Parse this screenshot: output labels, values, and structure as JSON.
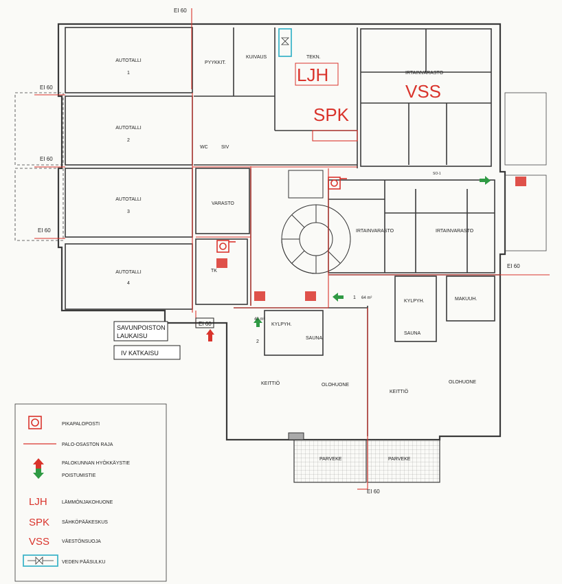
{
  "colors": {
    "fire_red": "#d9332b",
    "exit_green": "#2f9a44",
    "water_cyan": "#3fb5c9",
    "wall": "#3a3a3a",
    "line": "#555555"
  },
  "fire_rating": "EI 60",
  "rooms": {
    "garage": "AUTOTALLI",
    "garage_numbers": [
      "1",
      "2",
      "3",
      "4"
    ],
    "laundry": "PYYKKIT.",
    "drying": "KUIVAUS",
    "technical": "TEKN.",
    "storage_top": "IRTAINVARASTO",
    "storage_mid_1": "IRTAINVARASTO",
    "storage_mid_2": "IRTAINVARASTO",
    "varasto": "VARASTO",
    "tk": "TK",
    "kylpy_1": "KYLPYH.",
    "kylpy_2": "KYLPYH.",
    "sauna_1": "SAUNA",
    "sauna_2": "SAUNA",
    "makuuh": "MAKUUH.",
    "keittio_1": "KEITTIÖ",
    "keittio_2": "KEITTIÖ",
    "olohuone_1": "OLOHUONE",
    "olohuone_2": "OLOHUONE",
    "parveke_1": "PARVEKE",
    "parveke_2": "PARVEKE",
    "wc": "WC",
    "siv": "SIV",
    "so": "SO-1"
  },
  "apartments": [
    {
      "number": "1",
      "area": "64 m²"
    },
    {
      "number": "2",
      "area": "40 m²"
    }
  ],
  "markers": {
    "ljh": "LJH",
    "spk": "SPK",
    "vss": "VSS"
  },
  "callouts": {
    "smoke_vent_line1": "SAVUNPOISTON",
    "smoke_vent_line2": "LAUKAISU",
    "iv_cutoff": "IV KATKAISU"
  },
  "legend": [
    {
      "icon": "hose-reel",
      "text": "PIKAPALOPOSTI"
    },
    {
      "icon": "compartment-line",
      "text": "PALO-OSASTON RAJA"
    },
    {
      "icon": "red-arrow-up",
      "text": "PALOKUNNAN HYÖKKÄYSTIE"
    },
    {
      "icon": "green-arrow-down",
      "text": "POISTUMISTIE"
    },
    {
      "abbr": "LJH",
      "text": "LÄMMÖNJAKOHUONE"
    },
    {
      "abbr": "SPK",
      "text": "SÄHKÖPÄÄKESKUS"
    },
    {
      "abbr": "VSS",
      "text": "VÄESTÖNSUOJA"
    },
    {
      "icon": "water-valve",
      "text": "VEDEN PÄÄSULKU"
    }
  ]
}
